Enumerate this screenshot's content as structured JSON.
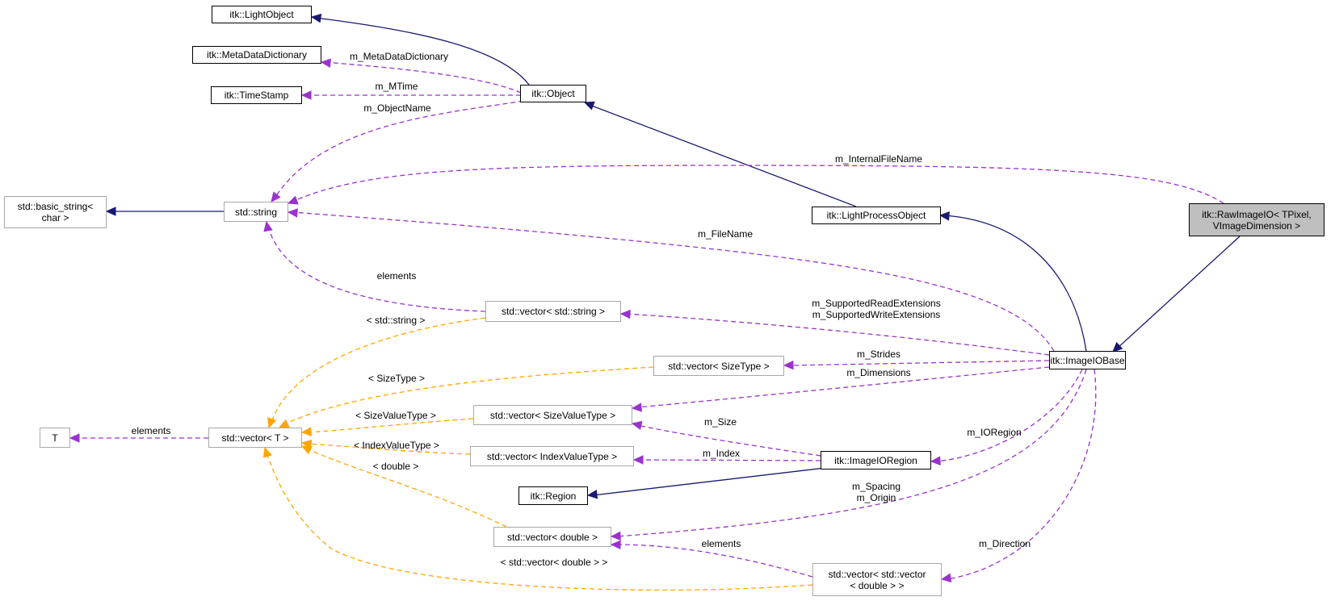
{
  "colors": {
    "inherit": "#191970",
    "member": "#9a32cd",
    "template": "#ffa500"
  },
  "nodes": {
    "light_object": "itk::LightObject",
    "meta_data_dictionary": "itk::MetaDataDictionary",
    "time_stamp": "itk::TimeStamp",
    "object": "itk::Object",
    "basic_string": "std::basic_string<\nchar >",
    "string": "std::string",
    "light_process_object": "itk::LightProcessObject",
    "raw_image_io": "itk::RawImageIO< TPixel,\nVImageDimension >",
    "vector_string": "std::vector< std::string >",
    "image_io_base": "itk::ImageIOBase",
    "vector_size_type": "std::vector< SizeType >",
    "t": "T",
    "vector_t": "std::vector< T >",
    "vector_size_value_type": "std::vector< SizeValueType >",
    "vector_index_value_type": "std::vector< IndexValueType >",
    "image_io_region": "itk::ImageIORegion",
    "region": "itk::Region",
    "vector_double": "std::vector< double >",
    "vector_vector_double": "std::vector< std::vector\n< double > >"
  },
  "edge_labels": {
    "meta_data_dictionary": "m_MetaDataDictionary",
    "mtime": "m_MTime",
    "object_name": "m_ObjectName",
    "internal_file_name": "m_InternalFileName",
    "file_name": "m_FileName",
    "elements_string": "elements",
    "supported_extensions": "m_SupportedReadExtensions\nm_SupportedWriteExtensions",
    "std_string": "< std::string >",
    "strides": "m_Strides",
    "size_type": "< SizeType >",
    "dimensions": "m_Dimensions",
    "size_value_type": "< SizeValueType >",
    "elements_t": "elements",
    "size": "m_Size",
    "io_region": "m_IORegion",
    "index_value_type": "< IndexValueType >",
    "index": "m_Index",
    "double": "< double >",
    "spacing_origin": "m_Spacing\nm_Origin",
    "elements_double": "elements",
    "direction": "m_Direction",
    "vector_double": "< std::vector< double > >"
  }
}
